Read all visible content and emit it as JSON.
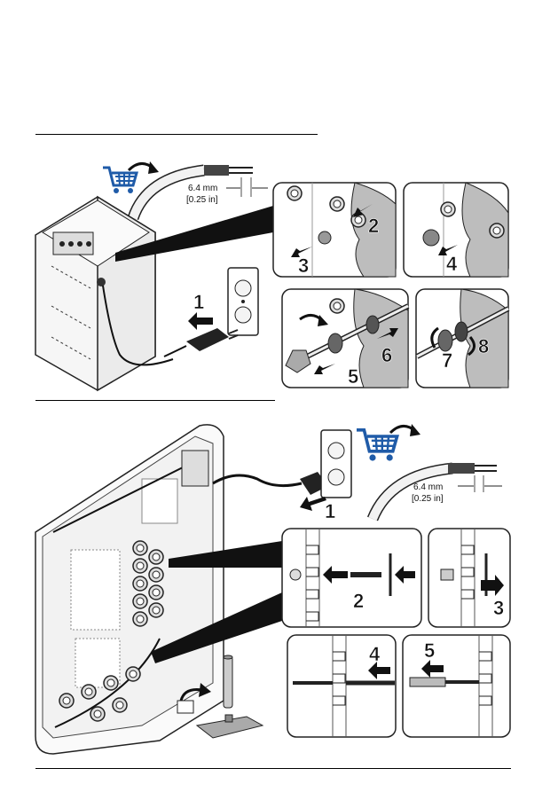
{
  "figure1": {
    "dimension": {
      "mm": "6.4 mm",
      "inch": "[0.25 in]"
    },
    "step_labels": [
      "1",
      "2",
      "3",
      "4",
      "5",
      "6",
      "7",
      "8"
    ],
    "icons": {
      "cart": "shopping-cart-icon",
      "arrow": "curved-arrow-icon"
    },
    "colors": {
      "cart": "#1f5ba8",
      "dark": "#111111"
    }
  },
  "figure2": {
    "dimension": {
      "mm": "6.4 mm",
      "inch": "[0.25 in]"
    },
    "step_labels": [
      "1",
      "2",
      "3",
      "4",
      "5"
    ],
    "icons": {
      "cart": "shopping-cart-icon",
      "arrow": "curved-arrow-icon"
    },
    "colors": {
      "cart": "#1f5ba8",
      "dark": "#111111"
    }
  }
}
